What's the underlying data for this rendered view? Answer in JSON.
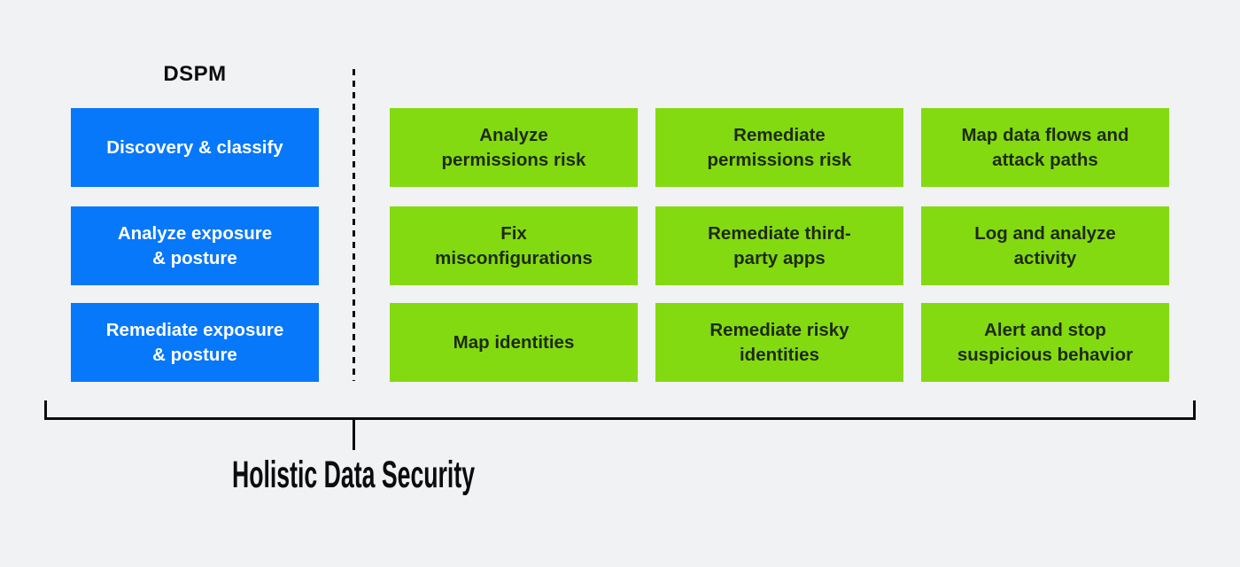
{
  "theme": {
    "bg": "#f1f2f4",
    "blue": "#0778fa",
    "green": "#84da11",
    "ink": "#0c0c0c",
    "on-blue": "#ffffff",
    "on-green": "#1e2a10"
  },
  "dspm": {
    "title": "DSPM",
    "items": [
      {
        "label": "Discovery & classify"
      },
      {
        "label": "Analyze exposure\n& posture"
      },
      {
        "label": "Remediate exposure\n& posture"
      }
    ]
  },
  "capabilities": {
    "items": [
      {
        "label": "Analyze\npermissions risk"
      },
      {
        "label": "Remediate\npermissions risk"
      },
      {
        "label": "Map data flows and\nattack paths"
      },
      {
        "label": "Fix\nmisconfigurations"
      },
      {
        "label": "Remediate third-\nparty apps"
      },
      {
        "label": "Log and analyze\nactivity"
      },
      {
        "label": "Map identities"
      },
      {
        "label": "Remediate risky\nidentities"
      },
      {
        "label": "Alert and stop\nsuspicious behavior"
      }
    ]
  },
  "footer": {
    "title": "Holistic Data Security"
  }
}
